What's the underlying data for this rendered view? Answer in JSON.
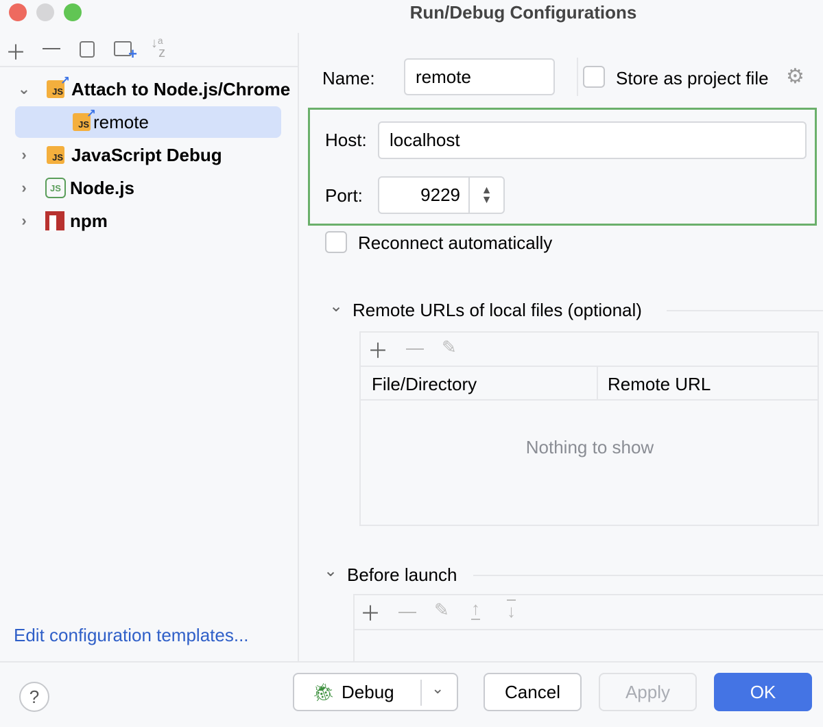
{
  "window": {
    "title": "Run/Debug Configurations"
  },
  "left_toolbar": {
    "add_icon": "plus-icon",
    "remove_icon": "minus-icon",
    "copy_icon": "copy-icon",
    "folder_icon": "new-folder-icon",
    "sort_icon": "sort-alpha-icon"
  },
  "tree": [
    {
      "label": "Attach to Node.js/Chrome",
      "icon": "js-attach-icon",
      "expanded": true
    },
    {
      "label": "remote",
      "icon": "js-attach-icon",
      "selected": true
    },
    {
      "label": "JavaScript Debug",
      "icon": "js-icon"
    },
    {
      "label": "Node.js",
      "icon": "nodejs-icon"
    },
    {
      "label": "npm",
      "icon": "npm-icon"
    }
  ],
  "edit_templates_link": "Edit configuration templates...",
  "form": {
    "name_label": "Name:",
    "name_value": "remote",
    "store_label": "Store as project file",
    "host_label": "Host:",
    "host_value": "localhost",
    "port_label": "Port:",
    "port_value": "9229",
    "reconnect_label": "Reconnect automatically",
    "remote_urls_title": "Remote URLs of local files (optional)",
    "col_file": "File/Directory",
    "col_url": "Remote URL",
    "empty_text": "Nothing to show",
    "before_launch_title": "Before launch"
  },
  "colors": {
    "accent": "#4474e4",
    "highlight_border": "#6bb06b",
    "selection": "#d5e1fa",
    "link": "#2f5fc8"
  },
  "footer": {
    "help": "?",
    "debug": "Debug",
    "cancel": "Cancel",
    "apply": "Apply",
    "ok": "OK"
  }
}
